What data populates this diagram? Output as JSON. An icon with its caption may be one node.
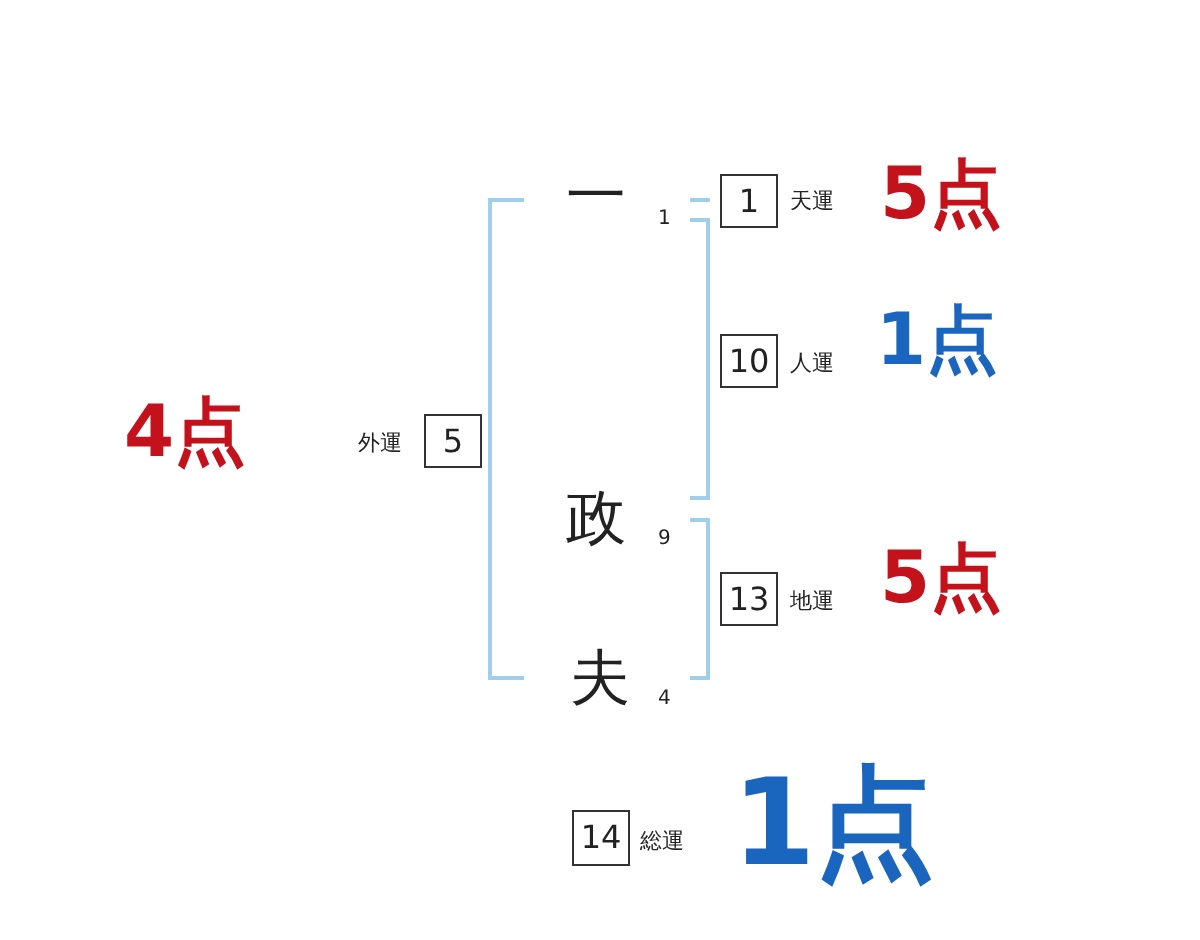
{
  "diagram": {
    "nodes": [
      {
        "text": [
          "1"
        ],
        "beside": [
          "天運",
          "5点"
        ]
      },
      {
        "text": [
          "10"
        ],
        "beside": [
          "人運",
          "1点"
        ]
      },
      {
        "text": [
          "5"
        ],
        "beside": [
          "外運",
          "4点"
        ]
      },
      {
        "text": [
          "13"
        ],
        "beside": [
          "地運",
          "5点"
        ]
      },
      {
        "text": [
          "14"
        ],
        "beside": [
          "総運",
          "1点"
        ]
      }
    ],
    "edges": [],
    "labels": [
      "一",
      "1",
      "政",
      "9",
      "夫",
      "4"
    ]
  }
}
